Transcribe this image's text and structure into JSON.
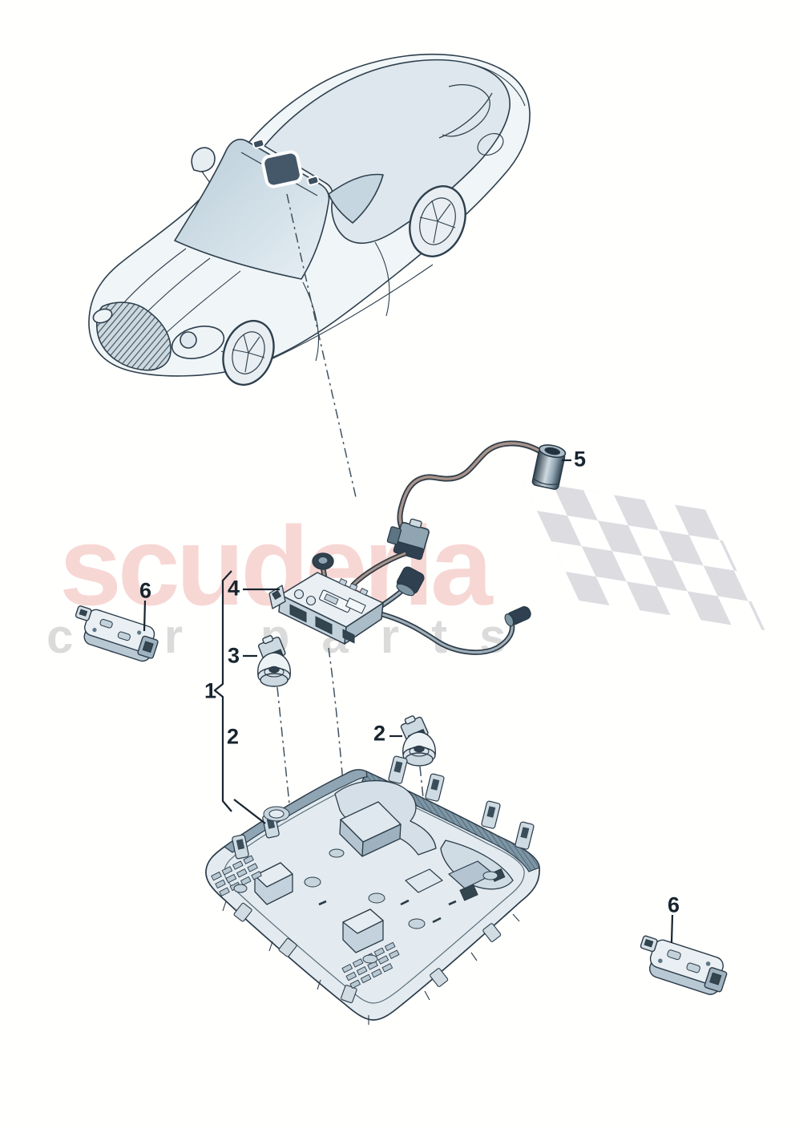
{
  "watermark": {
    "brand": "scuderia",
    "tagline": "car parts",
    "brand_color": "#f7d7d4",
    "tagline_color": "#dbdbdb",
    "flag_color": "#dcdce1"
  },
  "callouts": {
    "n1": "1",
    "n2": "2",
    "n3": "3",
    "n4": "4",
    "n5": "5",
    "n6": "6"
  },
  "colors": {
    "outline": "#2b3b48",
    "label": "#18242e",
    "body_fill": "#eef3f6",
    "glass_fill": "#c6d6e0",
    "console_fill": "#e3ebf0",
    "dark_edge": "#5e7889"
  }
}
